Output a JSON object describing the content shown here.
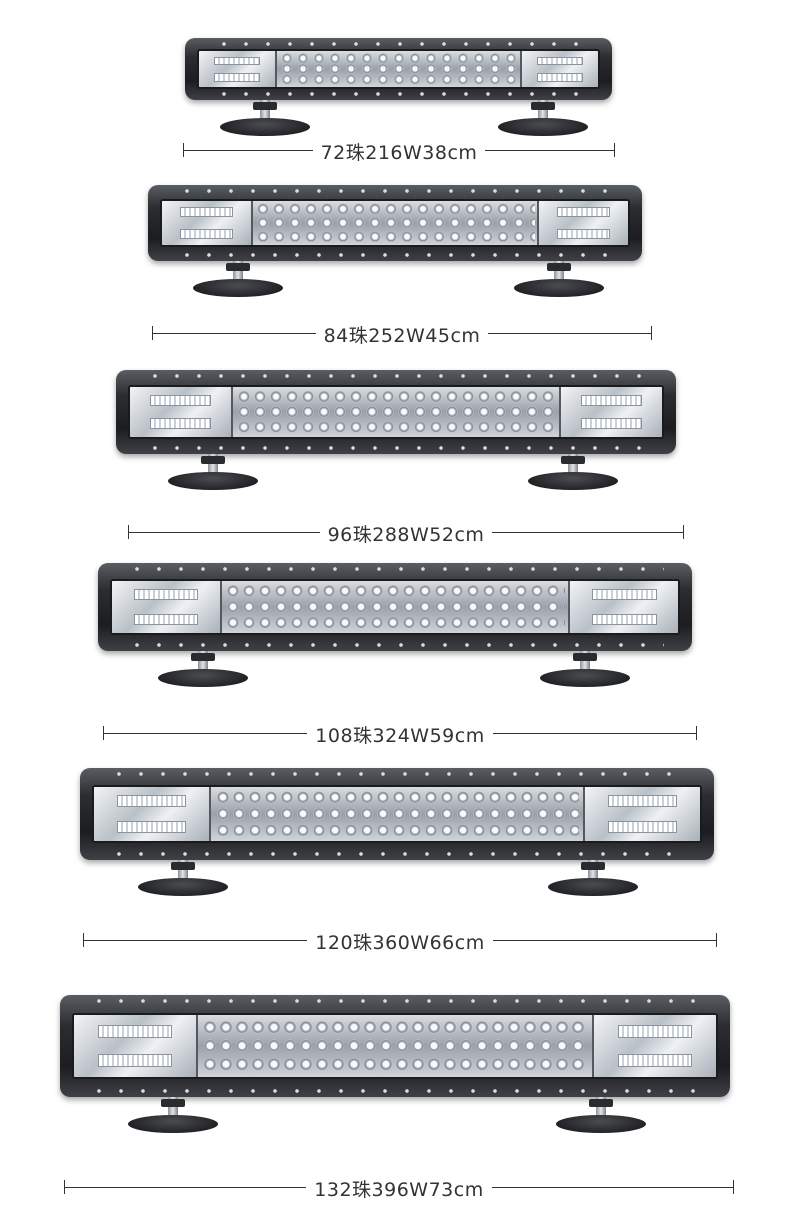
{
  "light_bars": [
    {
      "label": "72珠216W38cm"
    },
    {
      "label": "84珠252W45cm"
    },
    {
      "label": "96珠288W52cm"
    },
    {
      "label": "108珠324W59cm"
    },
    {
      "label": "120珠360W66cm"
    },
    {
      "label": "132珠396W73cm"
    }
  ]
}
